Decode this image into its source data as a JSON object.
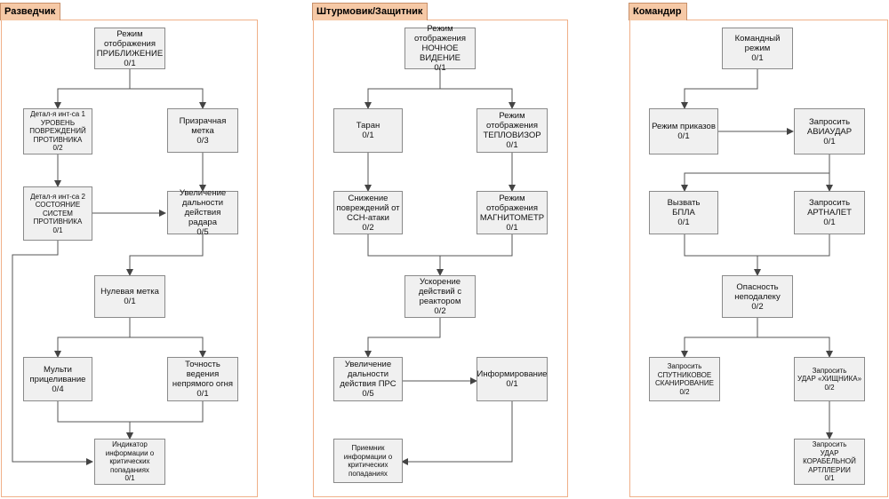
{
  "panels": [
    {
      "title": "Разведчик",
      "nodes": [
        {
          "text": "Режим\nотображения\nПРИБЛИЖЕНИЕ",
          "score": "0/1"
        },
        {
          "text": "Детал-я инт-са 1\nУРОВЕНЬ\nПОВРЕЖДЕНИЙ\nПРОТИВНИКА",
          "score": "0/2"
        },
        {
          "text": "Призрачная метка",
          "score": "0/3"
        },
        {
          "text": "Детал-я инт-са 2\nСОСТОЯНИЕ\nСИСТЕМ\nПРОТИВНИКА",
          "score": "0/1"
        },
        {
          "text": "Увеличение\nдальности\nдействия радара",
          "score": "0/5"
        },
        {
          "text": "Нулевая метка",
          "score": "0/1"
        },
        {
          "text": "Мульти\nприцеливание",
          "score": "0/4"
        },
        {
          "text": "Точность ведения\nнепрямого огня",
          "score": "0/1"
        },
        {
          "text": "Индикатор\nинформации о\nкритических\nпопаданиях",
          "score": "0/1"
        }
      ]
    },
    {
      "title": "Штурмовик/Защитник",
      "nodes": [
        {
          "text": "Режим\nотображения\nНОЧНОЕ ВИДЕНИЕ",
          "score": "0/1"
        },
        {
          "text": "Таран",
          "score": "0/1"
        },
        {
          "text": "Режим\nотображения\nТЕПЛОВИЗОР",
          "score": "0/1"
        },
        {
          "text": "Снижение\nповреждений от\nССН-атаки",
          "score": "0/2"
        },
        {
          "text": "Режим\nотображения\nМАГНИТОМЕТР",
          "score": "0/1"
        },
        {
          "text": "Ускорение\nдействий с\nреактором",
          "score": "0/2"
        },
        {
          "text": "Увеличение\nдальности\nдействия ПРС",
          "score": "0/5"
        },
        {
          "text": "Информирование",
          "score": "0/1"
        },
        {
          "text": "Приемник\nинформации о\nкритических\nпопаданиях",
          "score": ""
        }
      ]
    },
    {
      "title": "Командир",
      "nodes": [
        {
          "text": "Командный режим",
          "score": "0/1"
        },
        {
          "text": "Режим приказов",
          "score": "0/1"
        },
        {
          "text": "Запросить\nАВИАУДАР",
          "score": "0/1"
        },
        {
          "text": "Вызвать\nБПЛА",
          "score": "0/1"
        },
        {
          "text": "Запросить\nАРТНАЛЕТ",
          "score": "0/1"
        },
        {
          "text": "Опасность\nнеподалеку",
          "score": "0/2"
        },
        {
          "text": "Запросить\nСПУТНИКОВОЕ\nСКАНИРОВАНИЕ",
          "score": "0/2"
        },
        {
          "text": "Запросить\nУДАР «ХИЩНИКА»",
          "score": "0/2"
        },
        {
          "text": "Запросить\nУДАР КОРАБЕЛЬНОЙ\nАРТЛЛЕРИИ",
          "score": "0/1"
        }
      ]
    }
  ]
}
